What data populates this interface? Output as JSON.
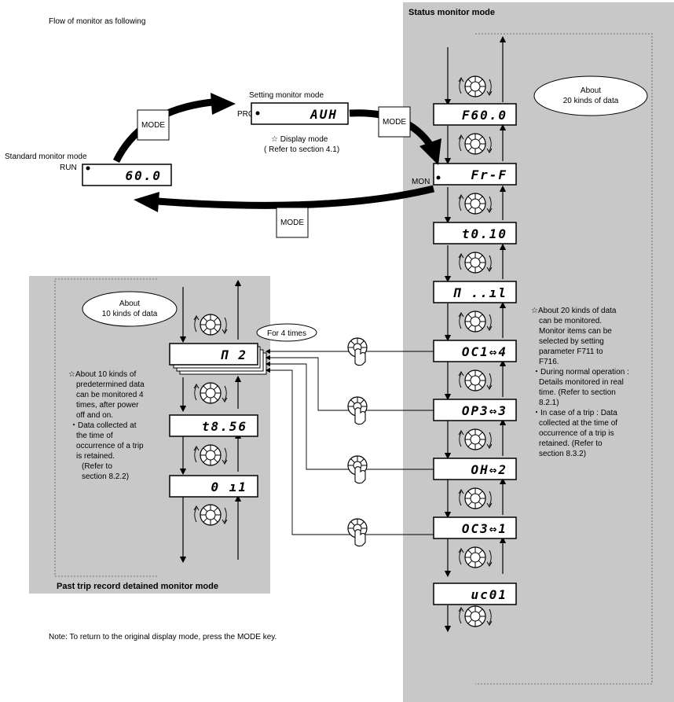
{
  "title": "Flow of monitor as following",
  "note": "Note: To return to the original display mode, press the MODE key.",
  "standard_mode": {
    "label": "Standard monitor mode",
    "lamp": "RUN",
    "display": "60.0"
  },
  "setting_mode": {
    "label": "Setting monitor mode",
    "lamp": "PRG",
    "display": "AUH",
    "note_line1": "☆ Display mode",
    "note_line2": "( Refer to section 4.1)"
  },
  "mode_key_label": "MODE",
  "status_mode": {
    "title": "Status monitor mode",
    "lamp": "MON",
    "bubble_line1": "About",
    "bubble_line2": "20 kinds of data",
    "displays": [
      "F60.0",
      "Fr-F",
      "t0.10",
      "Π  ..ıl",
      "OC1⇔4",
      "OP3⇔3",
      "OH⇔2",
      "OC3⇔1",
      "uc01"
    ],
    "desc": [
      "☆About 20 kinds of data",
      "can be monitored.",
      "Monitor items can be",
      "selected by setting",
      "parameter F711 to",
      "F716.",
      "・During normal operation :",
      "Details monitored in real",
      "time. (Refer to section",
      "8.2.1)",
      "・In case of a trip : Data",
      "collected at the time of",
      "occurrence of a trip is",
      "retained. (Refer to",
      "section 8.3.2)"
    ]
  },
  "past_mode": {
    "title": "Past trip record detained monitor mode",
    "bubble_line1": "About",
    "bubble_line2": "10 kinds of data",
    "times_label": "For 4 times",
    "displays": [
      "Π   2",
      "t8.56",
      "0  ı1"
    ],
    "desc": [
      "☆About 10 kinds of",
      "predetermined data",
      "can be monitored 4",
      "times, after power",
      "off and on.",
      "・Data collected at",
      "the time of",
      "occurrence of a trip",
      "is retained.",
      "(Refer to",
      "section 8.2.2)"
    ]
  }
}
